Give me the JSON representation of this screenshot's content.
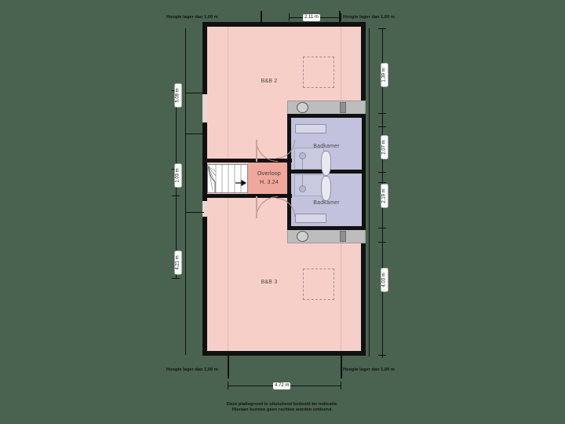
{
  "plan": {
    "background_color": "#4a6350",
    "wall_color": "#111111",
    "room_fill": "#f7cfc9",
    "bathroom_fill": "#c2c2de",
    "landing_fill": "#f0a79c"
  },
  "rooms": [
    {
      "id": "bb2",
      "label": "B&B 2"
    },
    {
      "id": "bb3",
      "label": "B&B 3"
    },
    {
      "id": "overloop",
      "label": "Overloop",
      "sublabel": "H. 3.24"
    },
    {
      "id": "badkamer1",
      "label": "Badkamer"
    },
    {
      "id": "badkamer2",
      "label": "Badkamer"
    }
  ],
  "dimensions": {
    "top": {
      "value": "2.11 m"
    },
    "bottom": {
      "value": "4.72 m"
    },
    "left": [
      {
        "value": "5.09 m"
      },
      {
        "value": "1.03 m"
      },
      {
        "value": "4.21 m"
      }
    ],
    "right": [
      {
        "value": "1.39 m"
      },
      {
        "value": "2.07 m"
      },
      {
        "value": "2.19 m"
      },
      {
        "value": "4.03 m"
      }
    ]
  },
  "notes": {
    "top_left": "Hoogte lager dan 1,00 m",
    "top_right": "Hoogte lager dan 1,00 m",
    "bottom_left": "Hoogte lager dan 1,00 m",
    "bottom_right": "Hoogte lager dan 1,00 m"
  },
  "footer": {
    "line1": "Deze plattegrond is uitsluitend bedoeld ter indicatie.",
    "line2": "Hieraan kunnen geen rechten worden ontleend."
  }
}
